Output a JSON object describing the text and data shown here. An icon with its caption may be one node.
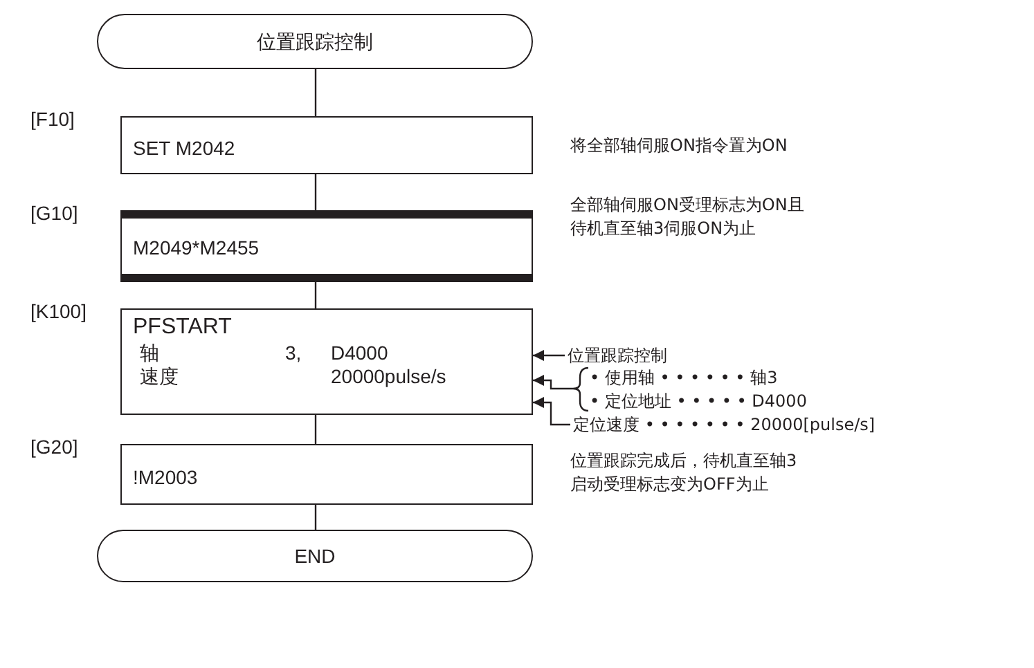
{
  "diagram": {
    "nodes": [
      {
        "text": [
          "位置跟踪控制"
        ]
      },
      {
        "text": [
          "SET M2042"
        ],
        "beside": [
          "[F10]"
        ]
      },
      {
        "text": [
          "M2049*M2455"
        ],
        "beside": [
          "[G10]"
        ]
      },
      {
        "text": [
          "PFSTART",
          "轴",
          "3,",
          "D4000",
          "速度",
          "20000pulse/s"
        ],
        "beside": [
          "[K100]"
        ]
      },
      {
        "text": [
          "!M2003"
        ],
        "beside": [
          "[G20]"
        ]
      },
      {
        "text": [
          "END"
        ]
      },
      {
        "text": [
          "位置跟踪控制"
        ]
      },
      {
        "text": [
          "• 使用轴 • • • • • • 轴3",
          "• 定位地址 • • • • • D4000"
        ]
      },
      {
        "text": [
          "定位速度 • • • • • • • 20000[pulse/s]"
        ]
      }
    ],
    "edges": [
      {
        "from": 0,
        "to": 1,
        "arrow": "none"
      },
      {
        "from": 1,
        "to": 2,
        "arrow": "none"
      },
      {
        "from": 2,
        "to": 3,
        "arrow": "none"
      },
      {
        "from": 3,
        "to": 4,
        "arrow": "none"
      },
      {
        "from": 4,
        "to": 5,
        "arrow": "none"
      },
      {
        "from": 6,
        "to": 3,
        "arrow": "to"
      },
      {
        "from": 7,
        "to": 3,
        "arrow": "to"
      },
      {
        "from": 8,
        "to": 3,
        "arrow": "to"
      }
    ],
    "labels": [
      "将全部轴伺服ON指令置为ON",
      "全部轴伺服ON受理标志为ON且待机直至轴3伺服ON为止",
      "位置跟踪完成后，待机直至轴3启动受理标志变为OFF为止"
    ]
  }
}
